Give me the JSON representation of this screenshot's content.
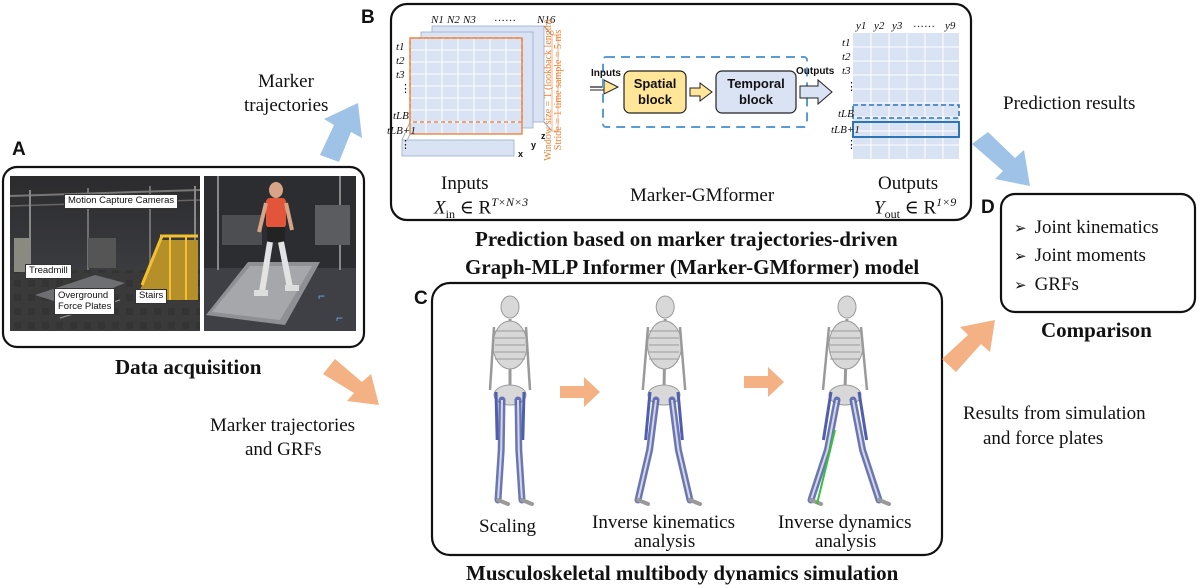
{
  "panels": {
    "a": {
      "letter": "A",
      "caption": "Data acquisition",
      "labels": {
        "cameras": "Motion Capture Cameras",
        "treadmill": "Treadmill",
        "force_plates_1": "Overground",
        "force_plates_2": "Force Plates",
        "stairs": "Stairs"
      }
    },
    "b": {
      "letter": "B",
      "inputs_label": "Inputs",
      "model_name": "Marker-GMformer",
      "outputs_label": "Outputs",
      "arrow_inputs": "Inputs",
      "arrow_outputs": "Outputs",
      "spatial_block": [
        "Spatial",
        "block"
      ],
      "temporal_block": [
        "Temporal",
        "block"
      ],
      "axis_x": "x",
      "axis_y": "y",
      "axis_z": "z",
      "window_text_1": "Window size = T (lookback length)",
      "window_text_2": "Stride = 1 time sample = 5 ms",
      "input_formula": {
        "symbol": "X",
        "sub": "in",
        "in": " ∈ R",
        "sup": "T×N×3"
      },
      "output_formula": {
        "symbol": "Y",
        "sub": "out",
        "in": " ∈ R",
        "sup": "1×9"
      },
      "marker_headers": [
        "N1",
        "N2",
        "N3",
        "……",
        "N16"
      ],
      "output_headers": [
        "y1",
        "y2",
        "y3",
        "……",
        "y9"
      ],
      "time_rows_in": [
        "t1",
        "t2",
        "t3",
        "⋮",
        "tLB",
        "tLB+1",
        "⋮"
      ],
      "time_rows_out": [
        "t1",
        "t2",
        "t3",
        "⋮",
        "tLB",
        "tLB+1",
        "⋮"
      ],
      "caption_line1": "Prediction based on marker trajectories-driven",
      "caption_line2": "Graph-MLP Informer (Marker-GMformer) model"
    },
    "c": {
      "letter": "C",
      "steps": [
        {
          "label": [
            "Scaling"
          ]
        },
        {
          "label": [
            "Inverse kinematics",
            "analysis"
          ]
        },
        {
          "label": [
            "Inverse dynamics",
            "analysis"
          ]
        }
      ],
      "caption": "Musculoskeletal multibody dynamics simulation"
    },
    "d": {
      "letter": "D",
      "items": [
        "Joint kinematics",
        "Joint moments",
        "GRFs"
      ],
      "caption": "Comparison"
    }
  },
  "flow_labels": {
    "marker_trajectories": [
      "Marker",
      "trajectories"
    ],
    "marker_trajectories_grfs": [
      "Marker trajectories",
      "and GRFs"
    ],
    "prediction_results": "Prediction results",
    "results_simulation": [
      "Results from simulation",
      "and force plates"
    ]
  },
  "colors": {
    "arrow_blue": "#9fc3e7",
    "arrow_orange": "#f4b183",
    "spatial_fill": "#ffe699",
    "temporal_fill": "#dae3f3",
    "grid_fill": "#dae3f3",
    "window_orange": "#ed7d31",
    "dashed_blue": "#5b9bd5",
    "muscle_blue": "#4f5fae",
    "grf_green": "#35c23a"
  }
}
